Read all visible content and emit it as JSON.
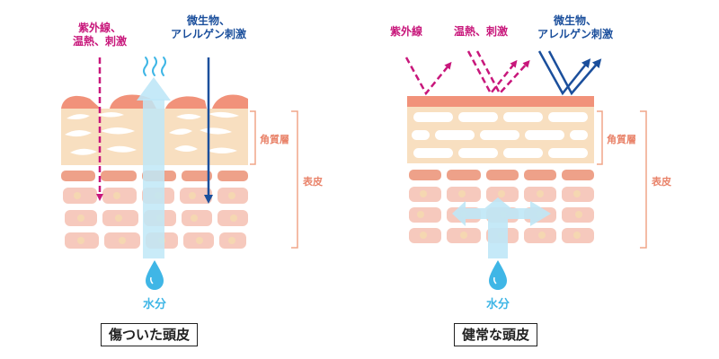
{
  "colors": {
    "uv": "#c8177b",
    "microbe": "#1b4f9c",
    "water": "#3fb6e6",
    "water_light": "#bfe7f7",
    "bracket": "#f0a588",
    "bracket_text": "#e9836a",
    "stratum_fill": "#f8dfc0",
    "brick_dark": "#eea189",
    "brick_light": "#f6c9bd",
    "nucleus": "#f5d7b1",
    "top_band": "#f1927a"
  },
  "left": {
    "uv_label": [
      "紫外線、",
      "温熱、刺激"
    ],
    "microbe_label": [
      "微生物、",
      "アレルゲン刺激"
    ],
    "stratum_label": "角質層",
    "epidermis_label": "表皮",
    "water_label": "水分",
    "caption": "傷ついた頭皮"
  },
  "right": {
    "uv_label": "紫外線",
    "heat_label": "温熱、刺激",
    "microbe_label": [
      "微生物、",
      "アレルゲン刺激"
    ],
    "stratum_label": "角質層",
    "epidermis_label": "表皮",
    "water_label": "水分",
    "caption": "健常な頭皮"
  }
}
